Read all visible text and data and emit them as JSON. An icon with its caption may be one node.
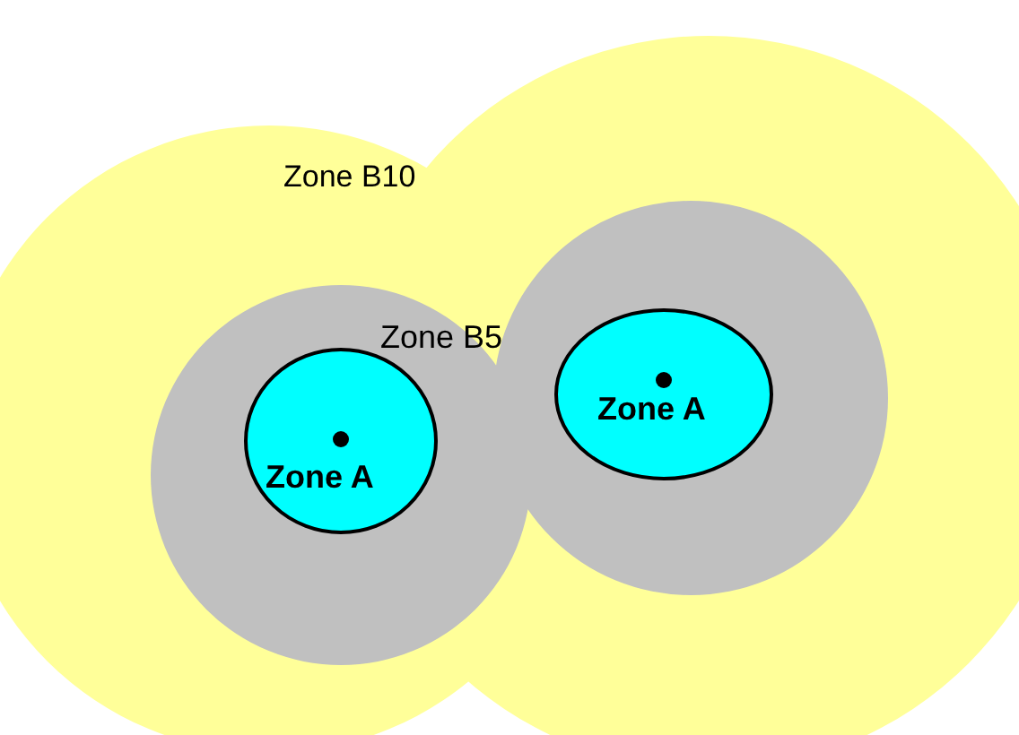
{
  "diagram": {
    "nodes": [
      {
        "text": [
          "Zone B10"
        ]
      },
      {
        "text": [
          "Zone B5"
        ],
        "in": 0
      },
      {
        "text": [
          "Zone A"
        ],
        "in": 1
      },
      {
        "text": [
          "Zone A"
        ],
        "in": 1
      }
    ]
  }
}
